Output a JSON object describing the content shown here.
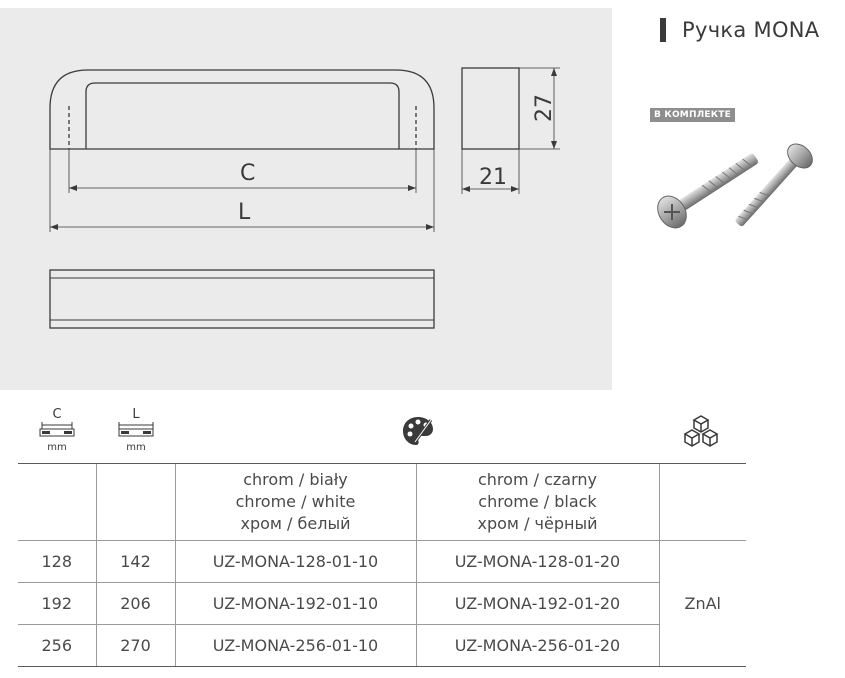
{
  "title": "Ручка MONA",
  "badge": "В КОМПЛЕКТЕ",
  "drawing": {
    "label_c": "C",
    "label_l": "L",
    "dim_height": "27",
    "dim_width": "21"
  },
  "headers": {
    "c_label": "C",
    "c_unit": "mm",
    "l_label": "L",
    "l_unit": "mm",
    "color_icon": "palette-icon",
    "material_icon": "cubes-icon"
  },
  "color_columns": [
    [
      "chrom / biały",
      "chrome / white",
      "хром / белый"
    ],
    [
      "chrom / czarny",
      "chrome / black",
      "хром / чёрный"
    ]
  ],
  "rows": [
    {
      "c": "128",
      "l": "142",
      "code_white": "UZ-MONA-128-01-10",
      "code_black": "UZ-MONA-128-01-20"
    },
    {
      "c": "192",
      "l": "206",
      "code_white": "UZ-MONA-192-01-10",
      "code_black": "UZ-MONA-192-01-20"
    },
    {
      "c": "256",
      "l": "270",
      "code_white": "UZ-MONA-256-01-10",
      "code_black": "UZ-MONA-256-01-20"
    }
  ],
  "material": "ZnAl",
  "colors": {
    "panel": "#ebebeb",
    "line": "#3a3a3a",
    "badge": "#8e8e8e"
  }
}
